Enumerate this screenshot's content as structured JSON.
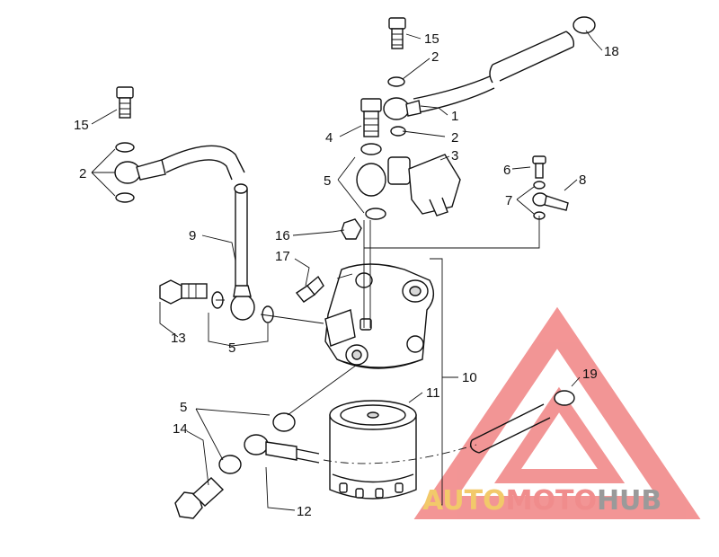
{
  "callouts": {
    "c1": "1",
    "c2a": "2",
    "c2b": "2",
    "c2c": "2",
    "c3": "3",
    "c4": "4",
    "c5a": "5",
    "c5b": "5",
    "c5c": "5",
    "c6": "6",
    "c7": "7",
    "c8": "8",
    "c9": "9",
    "c10": "10",
    "c11": "11",
    "c12": "12",
    "c13": "13",
    "c14": "14",
    "c15a": "15",
    "c15b": "15",
    "c16": "16",
    "c17": "17",
    "c18": "18",
    "c19": "19"
  },
  "watermark": {
    "part1": "AUTO",
    "part2": "MOTO",
    "part3": "HUB",
    "color_auto": "#f2c96a",
    "color_moto": "#f08c8c",
    "color_hub": "#9a9a9a",
    "triangle_color": "#f07b7b"
  }
}
